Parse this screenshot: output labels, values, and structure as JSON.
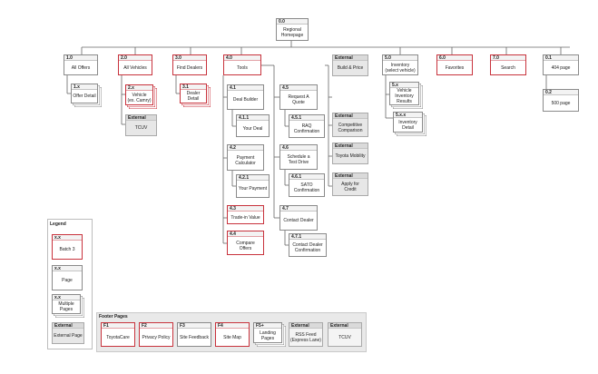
{
  "nodes": {
    "home": {
      "num": "0.0",
      "label": "Regional\nHomepage"
    },
    "all_offers": {
      "num": "1.0",
      "label": "All Offers"
    },
    "offer_detail": {
      "num": "1.x",
      "label": "Offer Detail"
    },
    "all_vehicles": {
      "num": "2.0",
      "label": "All Vehicles"
    },
    "vehicle": {
      "num": "2.x",
      "label": "Vehicle\n(ex. Camry)"
    },
    "tcuv": {
      "num": "External",
      "label": "TCUV"
    },
    "find_dealers": {
      "num": "3.0",
      "label": "Find Dealers"
    },
    "dealer_detail": {
      "num": "3.1",
      "label": "Dealer Detail"
    },
    "tools": {
      "num": "4.0",
      "label": "Tools"
    },
    "deal_builder": {
      "num": "4.1",
      "label": "Deal Builder"
    },
    "your_deal": {
      "num": "4.1.1",
      "label": "Your Deal"
    },
    "payment_calc": {
      "num": "4.2",
      "label": "Payment\nCalculator"
    },
    "your_payment": {
      "num": "4.2.1",
      "label": "Your Payment"
    },
    "trade_in": {
      "num": "4.3",
      "label": "Trade-in Value"
    },
    "compare_offers": {
      "num": "4.4",
      "label": "Compare\nOffers"
    },
    "request_quote": {
      "num": "4.5",
      "label": "Request A\nQuote"
    },
    "raq_confirm": {
      "num": "4.5.1",
      "label": "RAQ\nConfirmation"
    },
    "test_drive": {
      "num": "4.6",
      "label": "Schedule a\nTest Drive"
    },
    "sato_confirm": {
      "num": "4.6.1",
      "label": "SATO\nConfirmation"
    },
    "contact_dealer": {
      "num": "4.7",
      "label": "Contact Dealer"
    },
    "contact_confirm": {
      "num": "4.7.1",
      "label": "Contact Dealer\nConfirmation"
    },
    "build_price": {
      "num": "External",
      "label": "Build & Price"
    },
    "competitive": {
      "num": "External",
      "label": "Competitive\nComparison"
    },
    "mobility": {
      "num": "External",
      "label": "Toyota Mobility"
    },
    "credit": {
      "num": "External",
      "label": "Apply for\nCredit"
    },
    "inventory": {
      "num": "5.0",
      "label": "Inventory\n(select vehicle)"
    },
    "inv_results": {
      "num": "5.x",
      "label": "Vehicle\nInventory\nResults"
    },
    "inv_detail": {
      "num": "5.x.x",
      "label": "Inventory\nDetail"
    },
    "favorites": {
      "num": "6.0",
      "label": "Favorites"
    },
    "search": {
      "num": "7.0",
      "label": "Search"
    },
    "page404": {
      "num": "0.1",
      "label": "404 page"
    },
    "page500": {
      "num": "0.2",
      "label": "500 page"
    }
  },
  "legend": {
    "title": "Legend",
    "batch": {
      "num": "x.x",
      "label": "Batch 3"
    },
    "page": {
      "num": "x.x",
      "label": "Page"
    },
    "multi": {
      "num": "x.x",
      "label": "Multiple\nPages"
    },
    "external": {
      "num": "External",
      "label": "External Page"
    }
  },
  "footer": {
    "title": "Footer Pages",
    "f1": {
      "num": "F1",
      "label": "ToyotaCare"
    },
    "f2": {
      "num": "F2",
      "label": "Privacy Policy"
    },
    "f3": {
      "num": "F3",
      "label": "Site Feedback"
    },
    "f4": {
      "num": "F4",
      "label": "Site Map"
    },
    "f5": {
      "num": "F5+",
      "label": "Landing\nPages"
    },
    "rss": {
      "num": "External",
      "label": "RSS Feed\n(Express Lane)"
    },
    "tcuv2": {
      "num": "External",
      "label": "TCUV"
    }
  },
  "colors": {
    "batch_border": "#c8323c",
    "page_border": "#8a8a8a",
    "external_fill": "#e7e7e7",
    "connector": "#666666"
  }
}
